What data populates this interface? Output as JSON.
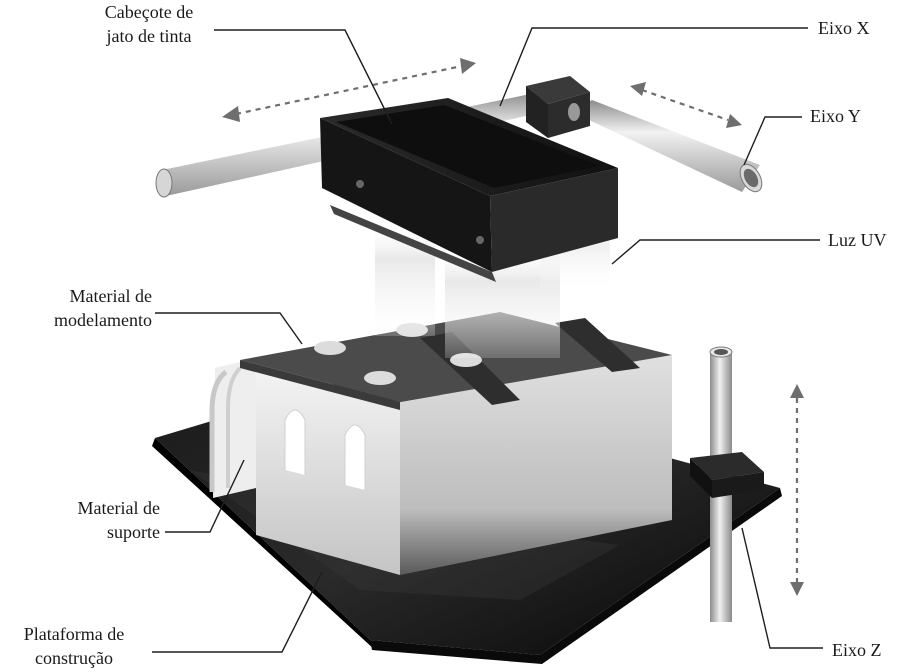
{
  "labels": {
    "print_head": {
      "line1": "Cabeçote de",
      "line2": "jato de tinta"
    },
    "x_axis": "Eixo X",
    "y_axis": "Eixo Y",
    "uv_light": "Luz UV",
    "model_material": {
      "line1": "Material de",
      "line2": "modelamento"
    },
    "support_material": {
      "line1": "Material de",
      "line2": "suporte"
    },
    "build_platform": {
      "line1": "Plataforma de",
      "line2": "construção"
    },
    "z_axis": "Eixo Z"
  },
  "colors": {
    "platform": "#111111",
    "head": "#1c1c1c",
    "rod": "#bdbdbd",
    "model_top": "#4a4a4a",
    "model_side": "#d9d9d9",
    "arrow": "#6e6e6e"
  }
}
